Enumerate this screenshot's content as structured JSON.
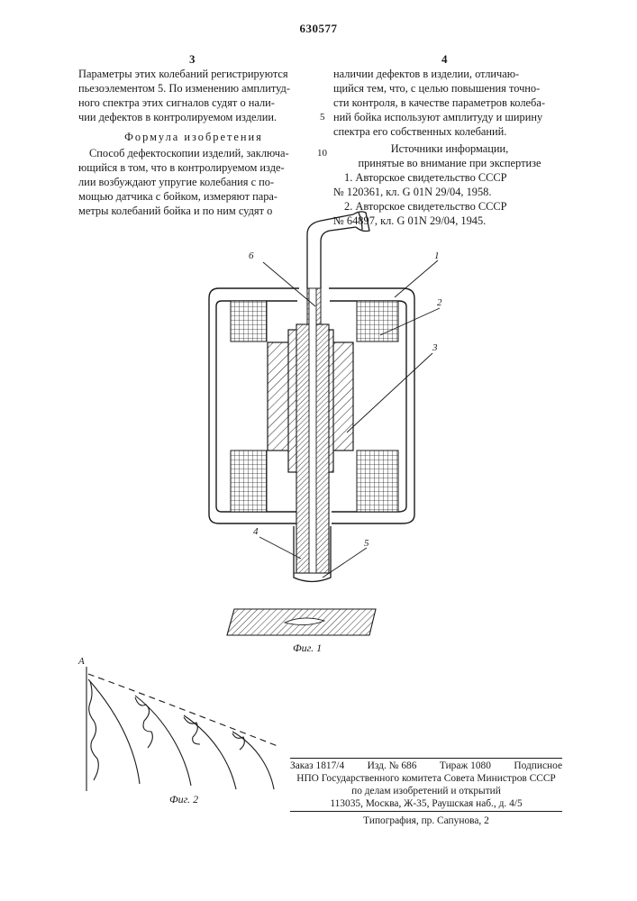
{
  "header": {
    "patent_number": "630577",
    "left_col_number": "3",
    "right_col_number": "4"
  },
  "left_column": {
    "lines": [
      "Параметры этих колебаний регистрируются",
      "пьезоэлементом 5. По изменению амплитуд-",
      "ного спектра этих сигналов судят о нали-",
      "чии дефектов в контролируемом изделии."
    ],
    "claim_heading": "Формула изобретения",
    "claim_lines": [
      "Способ дефектоскопии изделий, заключа-",
      "ющийся в том, что в контролируемом изде-",
      "лии возбуждают упругие колебания с по-",
      "мощью датчика с бойком, измеряют пара-",
      "метры колебаний бойка и по ним судят о"
    ]
  },
  "right_column": {
    "lines": [
      "наличии дефектов в изделии, отличаю-",
      "щийся тем, что, с целью повышения точно-",
      "сти контроля, в качестве параметров колеба-",
      "ний бойка используют амплитуду и ширину",
      "спектра его собственных колебаний."
    ],
    "sources_heading": "Источники информации,",
    "sources_subheading": "принятые во внимание при экспертизе",
    "references": [
      "1. Авторское свидетельство СССР",
      "№ 120361, кл. G 01N 29/04, 1958.",
      "2. Авторское свидетельство СССР",
      "№ 64897, кл. G 01N 29/04, 1945."
    ]
  },
  "margin_numbers": [
    "5",
    "10"
  ],
  "figure1": {
    "caption": "Фиг. 1",
    "labels": [
      "1",
      "2",
      "3",
      "4",
      "5",
      "6"
    ]
  },
  "figure2": {
    "caption": "Фиг. 2",
    "axis_label": "A"
  },
  "imprint": {
    "line1_order": "Заказ 1817/4",
    "line1_edition": "Изд. № 686",
    "line1_run": "Тираж 1080",
    "line1_type": "Подписное",
    "line2": "НПО Государственного комитета Совета Министров СССР",
    "line3": "по делам изобретений и открытий",
    "line4": "113035, Москва, Ж-35, Раушская наб., д. 4/5",
    "printer": "Типография, пр. Сапунова, 2"
  },
  "colors": {
    "ink": "#1a1a1a",
    "paper": "#ffffff"
  }
}
